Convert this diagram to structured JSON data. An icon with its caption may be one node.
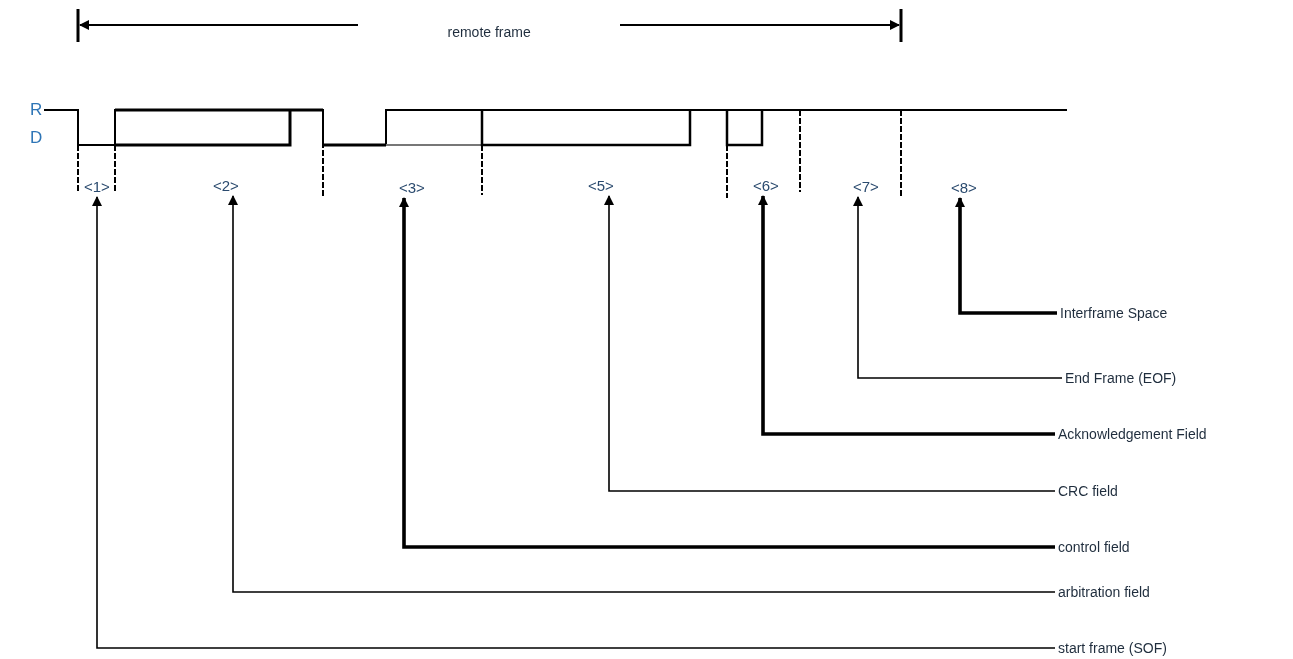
{
  "diagram": {
    "nodes": [
      {
        "text": [
          "<1>"
        ]
      },
      {
        "text": [
          "<2>"
        ]
      },
      {
        "text": [
          "<3>"
        ]
      },
      {
        "text": [
          "<5>"
        ]
      },
      {
        "text": [
          "<6>"
        ]
      },
      {
        "text": [
          "<7>"
        ]
      },
      {
        "text": [
          "<8>"
        ]
      },
      {
        "text": [
          "Interframe Space"
        ]
      },
      {
        "text": [
          "End Frame (EOF)"
        ]
      },
      {
        "text": [
          "Acknowledgement Field"
        ]
      },
      {
        "text": [
          "CRC field"
        ]
      },
      {
        "text": [
          "control field"
        ]
      },
      {
        "text": [
          "arbitration field"
        ]
      },
      {
        "text": [
          "start frame (SOF)"
        ]
      }
    ],
    "edges": [
      {
        "from": 7,
        "to": 6,
        "arrow": "to",
        "style": "thick"
      },
      {
        "from": 8,
        "to": 5,
        "arrow": "to"
      },
      {
        "from": 9,
        "to": 4,
        "arrow": "to",
        "style": "thick"
      },
      {
        "from": 10,
        "to": 3,
        "arrow": "to"
      },
      {
        "from": 11,
        "to": 2,
        "arrow": "to",
        "style": "thick"
      },
      {
        "from": 12,
        "to": 1,
        "arrow": "to"
      },
      {
        "from": 13,
        "to": 0,
        "arrow": "to"
      }
    ],
    "labels": [
      "remote frame",
      "R",
      "D"
    ]
  }
}
